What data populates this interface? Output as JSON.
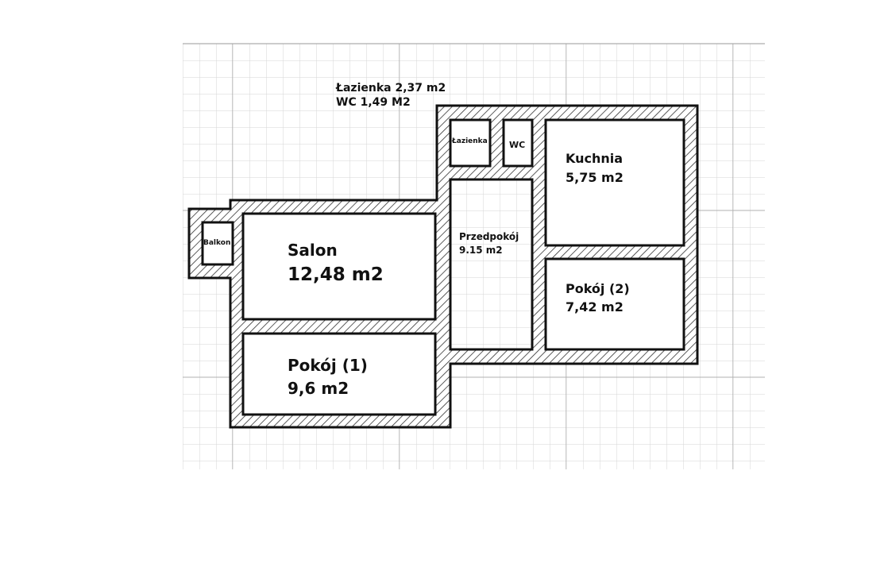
{
  "annotation": {
    "line1": "Łazienka 2,37 m2",
    "line2": "WC 1,49 M2"
  },
  "rooms": {
    "balkon": {
      "name": "Balkon"
    },
    "salon": {
      "name": "Salon",
      "area": "12,48 m2"
    },
    "pokoj1": {
      "name": "Pokój (1)",
      "area": "9,6 m2"
    },
    "lazienka": {
      "name": "Łazienka"
    },
    "wc": {
      "name": "WC"
    },
    "przedpokoj": {
      "name": "Przedpokój",
      "area": "9.15 m2"
    },
    "kuchnia": {
      "name": "Kuchnia",
      "area": "5,75 m2"
    },
    "pokoj2": {
      "name": "Pokój (2)",
      "area": "7,42 m2"
    }
  },
  "colors": {
    "wall": "#111111",
    "grid_minor": "#d6d6d6",
    "grid_major": "#9a9a9a"
  }
}
